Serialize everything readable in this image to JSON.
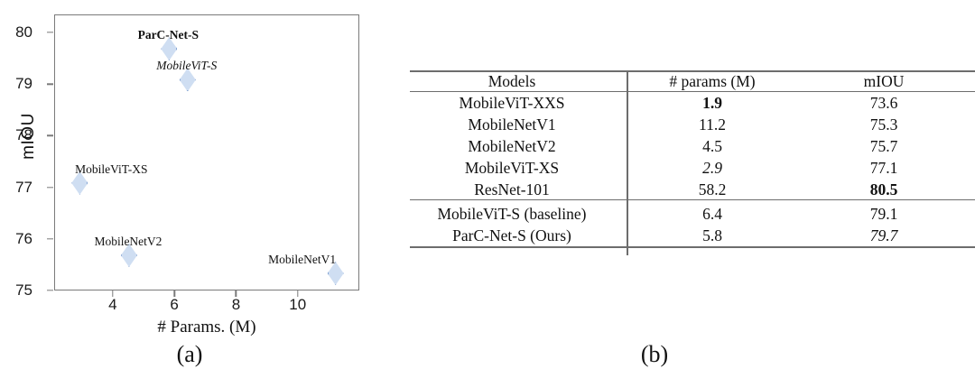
{
  "figure": {
    "panel_a_caption": "(a)",
    "panel_b_caption": "(b)"
  },
  "chart_data": {
    "type": "scatter",
    "title": "",
    "xlabel": "# Params. (M)",
    "ylabel": "mIOU",
    "xlim": [
      2.1,
      12.0
    ],
    "ylim": [
      75.0,
      80.35
    ],
    "xticks": [
      "4",
      "6",
      "8",
      "10"
    ],
    "xtick_values": [
      4,
      6,
      8,
      10
    ],
    "yticks": [
      "75",
      "76",
      "77",
      "78",
      "79",
      "80"
    ],
    "ytick_values": [
      75,
      76,
      77,
      78,
      79,
      80
    ],
    "grid": false,
    "legend": "none",
    "marker": "diamond",
    "marker_fill": "#cfdef2",
    "marker_stroke": "#7e9fd0",
    "points": [
      {
        "label": "ParC-Net-S",
        "x": 5.8,
        "y": 79.7,
        "style": "bold",
        "label_dx": 0,
        "label_dy": -22
      },
      {
        "label": "MobileViT-S",
        "x": 6.4,
        "y": 79.1,
        "style": "italic",
        "label_dx": 0,
        "label_dy": -22
      },
      {
        "label": "MobileViT-XS",
        "x": 2.9,
        "y": 77.1,
        "style": "normal",
        "label_dx": 36,
        "label_dy": -22
      },
      {
        "label": "MobileNetV2",
        "x": 4.5,
        "y": 75.7,
        "style": "normal",
        "label_dx": 0,
        "label_dy": -22
      },
      {
        "label": "MobileNetV1",
        "x": 11.2,
        "y": 75.35,
        "style": "normal",
        "label_dx": -36,
        "label_dy": -22
      }
    ]
  },
  "table": {
    "columns": [
      "Models",
      "# params (M)",
      "mIOU"
    ],
    "rows": [
      {
        "model": "MobileViT-XXS",
        "params": "1.9",
        "params_style": "bold",
        "miou": "73.6",
        "miou_style": "normal"
      },
      {
        "model": "MobileNetV1",
        "params": "11.2",
        "params_style": "normal",
        "miou": "75.3",
        "miou_style": "normal"
      },
      {
        "model": "MobileNetV2",
        "params": "4.5",
        "params_style": "normal",
        "miou": "75.7",
        "miou_style": "normal"
      },
      {
        "model": "MobileViT-XS",
        "params": "2.9",
        "params_style": "italic",
        "miou": "77.1",
        "miou_style": "normal"
      },
      {
        "model": "ResNet-101",
        "params": "58.2",
        "params_style": "normal",
        "miou": "80.5",
        "miou_style": "bold"
      },
      {
        "model": "MobileViT-S (baseline)",
        "params": "6.4",
        "params_style": "normal",
        "miou": "79.1",
        "miou_style": "normal"
      },
      {
        "model": "ParC-Net-S (Ours)",
        "params": "5.8",
        "params_style": "normal",
        "miou": "79.7",
        "miou_style": "italic"
      }
    ],
    "group_split_after_row": 5
  }
}
